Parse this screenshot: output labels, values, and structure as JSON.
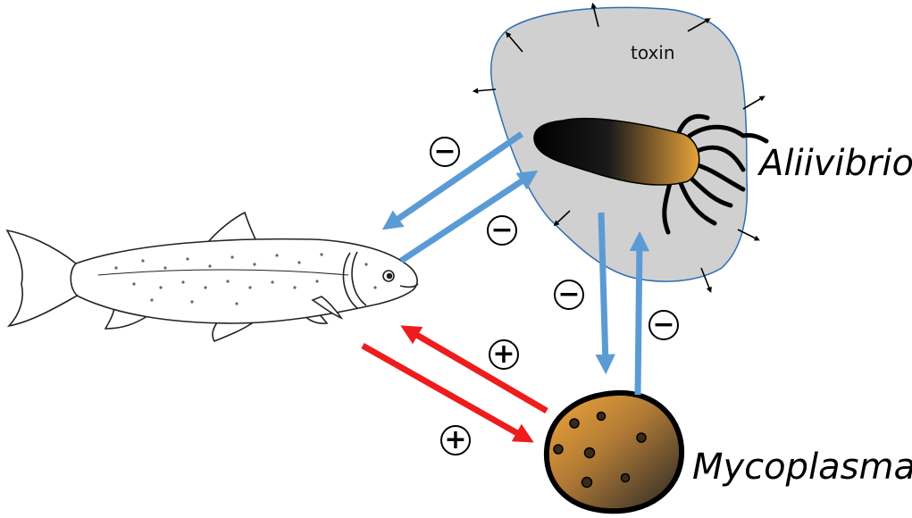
{
  "labels": {
    "aliivibrio": "Aliivibrio",
    "mycoplasma": "Mycoplasma",
    "toxin": "toxin"
  },
  "signs": {
    "aliivibrio_to_fish": "−",
    "fish_to_aliivibrio": "−",
    "aliivibrio_to_mycoplasma": "−",
    "mycoplasma_to_aliivibrio": "−",
    "mycoplasma_to_fish": "+",
    "fish_to_mycoplasma": "+"
  },
  "colors": {
    "negative_interaction": "#5b9bd5",
    "positive_interaction": "#ee1c1c",
    "toxin_cloud_fill": "#d0d0d0",
    "toxin_cloud_edge": "#2e6db4",
    "aliivibrio_body_dark": "#000000",
    "aliivibrio_body_light": "#e8a33a",
    "mycoplasma_light": "#f4a83a",
    "mycoplasma_dark": "#2a2a2a"
  },
  "icons": {
    "fish": "salmon-outline-icon",
    "aliivibrio": "rod-bacterium-with-flagella-icon",
    "mycoplasma": "round-bacterium-icon",
    "toxin": "toxin-cloud-icon"
  }
}
